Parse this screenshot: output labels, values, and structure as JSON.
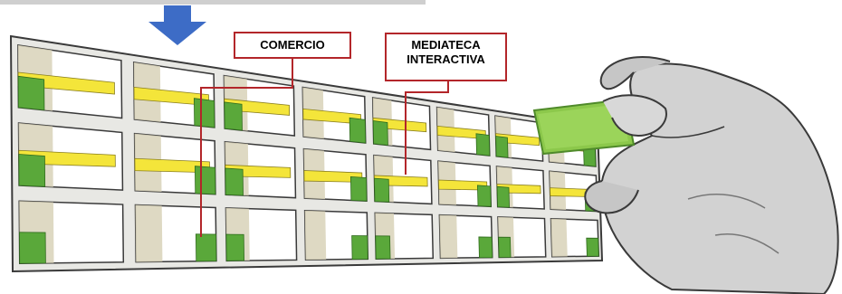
{
  "labels": {
    "comercio": "COMERCIO",
    "mediateca_line1": "MEDIATECA",
    "mediateca_line2": "INTERACTIVA"
  },
  "colors": {
    "frame": "#e6e6e6",
    "frame_edge": "#3a3a3a",
    "cell_wall": "#d8d2b8",
    "shelf_yellow": "#f4e53a",
    "block_green": "#5aa83a",
    "arrow_blue": "#3d6cc6",
    "callout_red": "#b3262a",
    "hand_gray": "#cfcfcf",
    "green_card": "#8cc84b"
  },
  "icons": {
    "arrow": "down-arrow-icon"
  }
}
